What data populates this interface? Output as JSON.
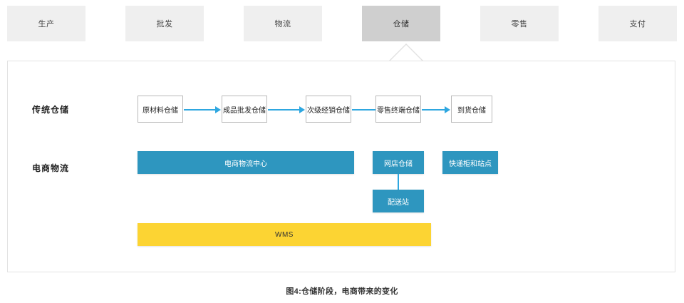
{
  "tabs": [
    {
      "label": "生产",
      "active": false
    },
    {
      "label": "批发",
      "active": false
    },
    {
      "label": "物流",
      "active": false
    },
    {
      "label": "仓储",
      "active": true
    },
    {
      "label": "零售",
      "active": false
    },
    {
      "label": "支付",
      "active": false
    }
  ],
  "rows": {
    "traditional": {
      "label": "传统仓储",
      "boxes": [
        "原材料仓储",
        "成品批发仓储",
        "次级经销仓储",
        "零售终端仓储",
        "到货仓储"
      ]
    },
    "ecommerce": {
      "label": "电商物流",
      "main_center": "电商物流中心",
      "online_store": "网店仓储",
      "delivery_station": "配送站",
      "lockers": "快递柜和站点"
    }
  },
  "wms": {
    "label": "WMS"
  },
  "caption": "图4:仓储阶段，电商带来的变化",
  "colors": {
    "tab_bg": "#efefef",
    "tab_active_bg": "#cfcfcf",
    "panel_border": "#e2e2e2",
    "arrow": "#2ea7e0",
    "blue_block": "#2e96bf",
    "wms_yellow": "#fcd433",
    "box_border": "#b9b9b9"
  }
}
